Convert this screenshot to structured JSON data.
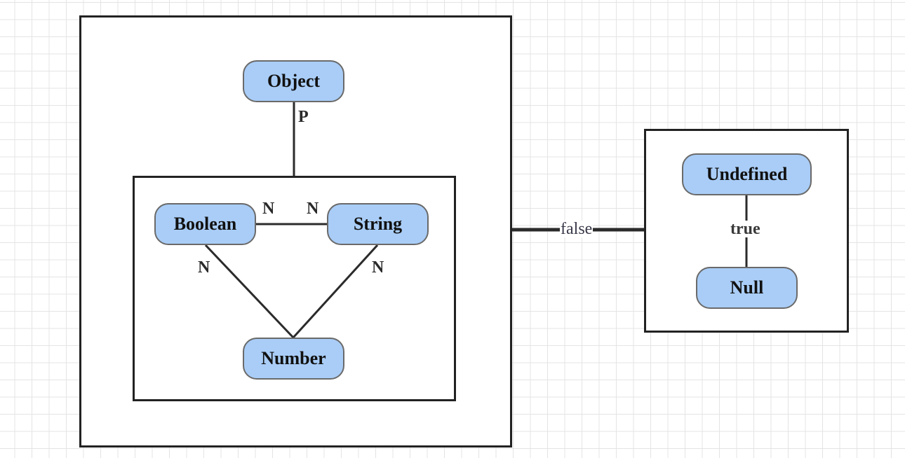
{
  "diagram": {
    "nodes": {
      "object": "Object",
      "boolean": "Boolean",
      "string": "String",
      "number": "Number",
      "undefined": "Undefined",
      "null": "Null"
    },
    "edge_labels": {
      "object_to_group": "P",
      "boolean_string_left": "N",
      "boolean_string_right": "N",
      "boolean_number": "N",
      "string_number": "N",
      "left_to_right_group": "false",
      "undefined_null": "true"
    },
    "colors": {
      "node_fill": "#a9cdf7",
      "node_border": "#6a6a6a",
      "frame_border": "#222222",
      "grid": "#e4e4e4"
    }
  }
}
